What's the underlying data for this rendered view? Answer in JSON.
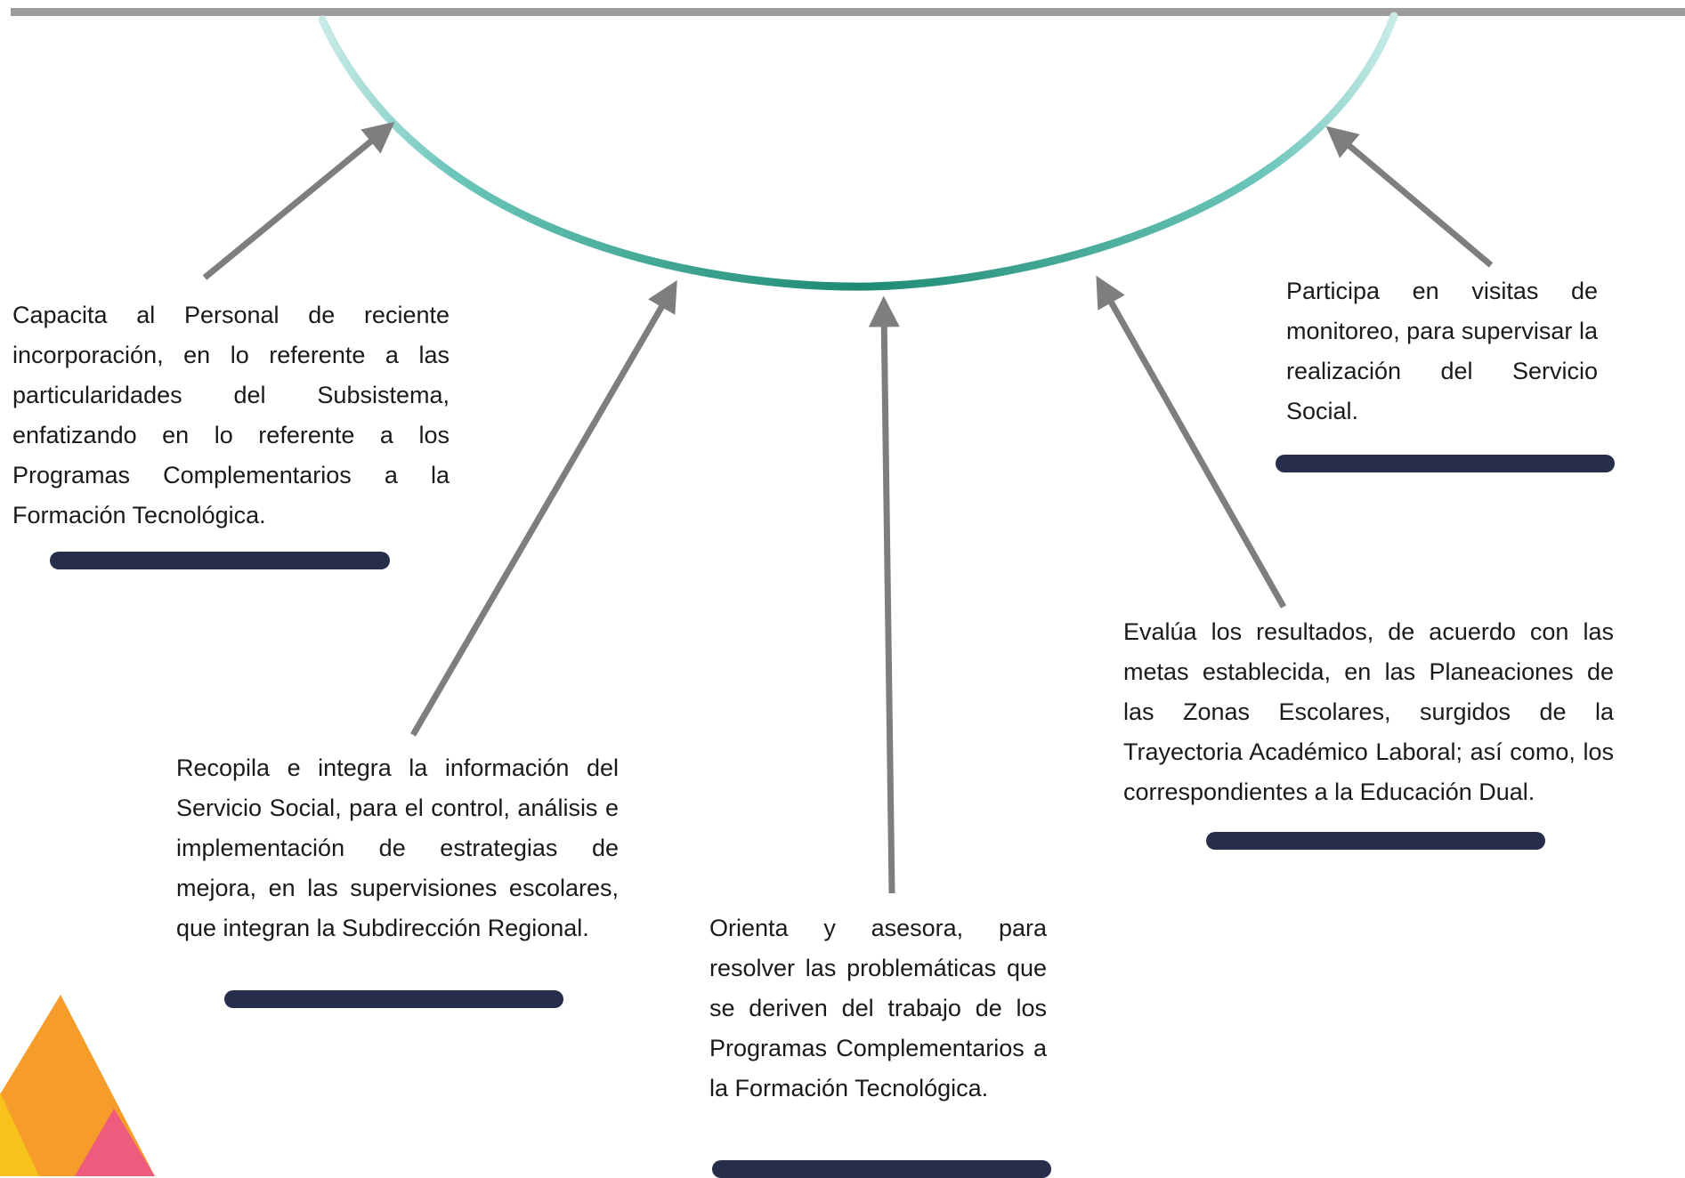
{
  "colors": {
    "arc_dark": "#1d8a72",
    "arc_light": "#c9ebe7",
    "arrow": "#7e7e7e",
    "bar": "#262e4c",
    "top_line": "#9c9c9c",
    "logo_orange": "#f59c2a",
    "logo_yellow": "#f7c21c",
    "logo_pink": "#ee5b7d"
  },
  "icons": {
    "logo": "triangle-logo"
  },
  "items": [
    {
      "id": "capacita",
      "text": "Capacita al Personal de reciente incorporación, en lo referente a las particularidades del Subsistema, enfatizando en lo referente a los Programas Complementarios a la Formación Tecnológica."
    },
    {
      "id": "recopila",
      "text": "Recopila e integra la información del Servicio Social, para el control, análisis e implementación de estrategias de mejora, en las supervisiones escolares, que integran la Subdirección Regional."
    },
    {
      "id": "orienta",
      "text": "Orienta y asesora, para resolver las problemáticas que se deriven del trabajo de los Programas Complementarios a la Formación Tecnológica."
    },
    {
      "id": "evalua",
      "text": "Evalúa los resultados, de acuerdo con las metas establecida, en las Planeaciones de las Zonas Escolares, surgidos de la Trayectoria Académico Laboral; así como, los correspondientes a la Educación Dual."
    },
    {
      "id": "participa",
      "text": "Participa en visitas de monitoreo, para supervisar la realización del Servicio Social."
    }
  ]
}
